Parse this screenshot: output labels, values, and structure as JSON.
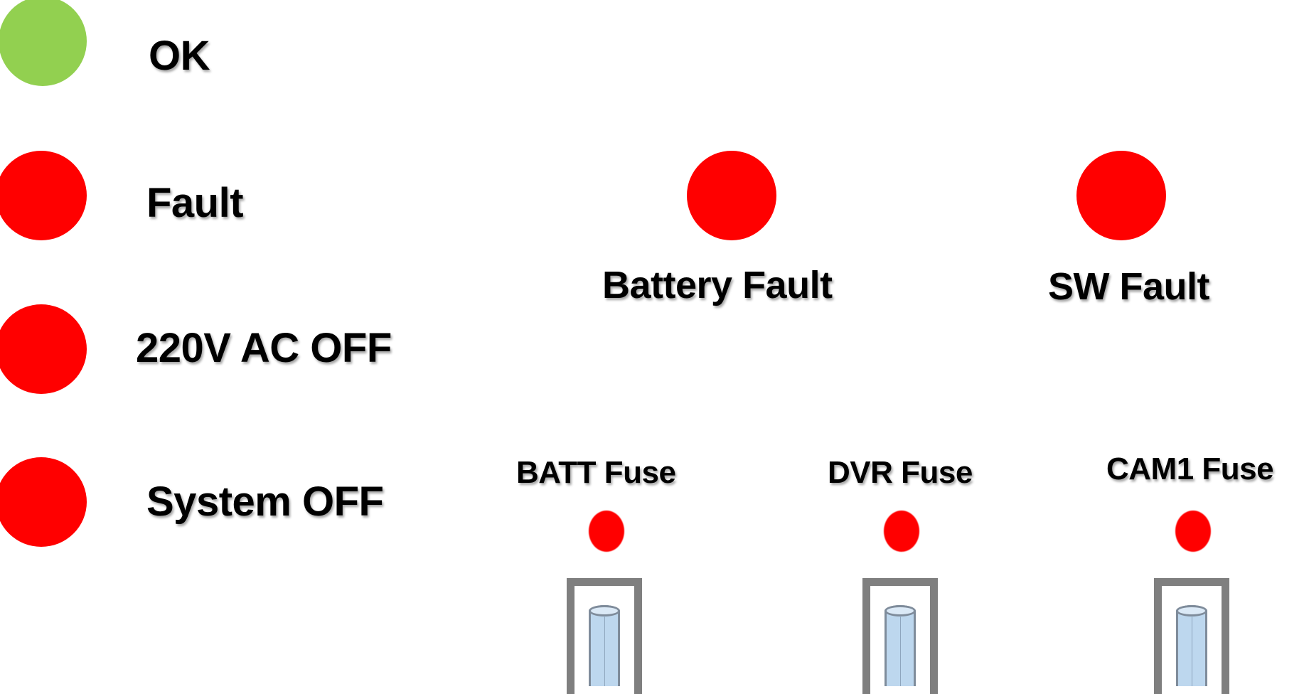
{
  "legend": [
    {
      "label": "OK",
      "state": "ok",
      "color": "#92d050"
    },
    {
      "label": "Fault",
      "state": "fault",
      "color": "#ff0000"
    },
    {
      "label": "220V AC OFF",
      "state": "fault",
      "color": "#ff0000"
    },
    {
      "label": "System OFF",
      "state": "fault",
      "color": "#ff0000"
    }
  ],
  "indicators": [
    {
      "label": "Battery Fault",
      "state": "fault",
      "color": "#ff0000"
    },
    {
      "label": "SW Fault",
      "state": "fault",
      "color": "#ff0000"
    }
  ],
  "fuses": [
    {
      "label": "BATT Fuse",
      "state": "fault",
      "color": "#ff0000"
    },
    {
      "label": "DVR Fuse",
      "state": "fault",
      "color": "#ff0000"
    },
    {
      "label": "CAM1 Fuse",
      "state": "fault",
      "color": "#ff0000"
    }
  ]
}
